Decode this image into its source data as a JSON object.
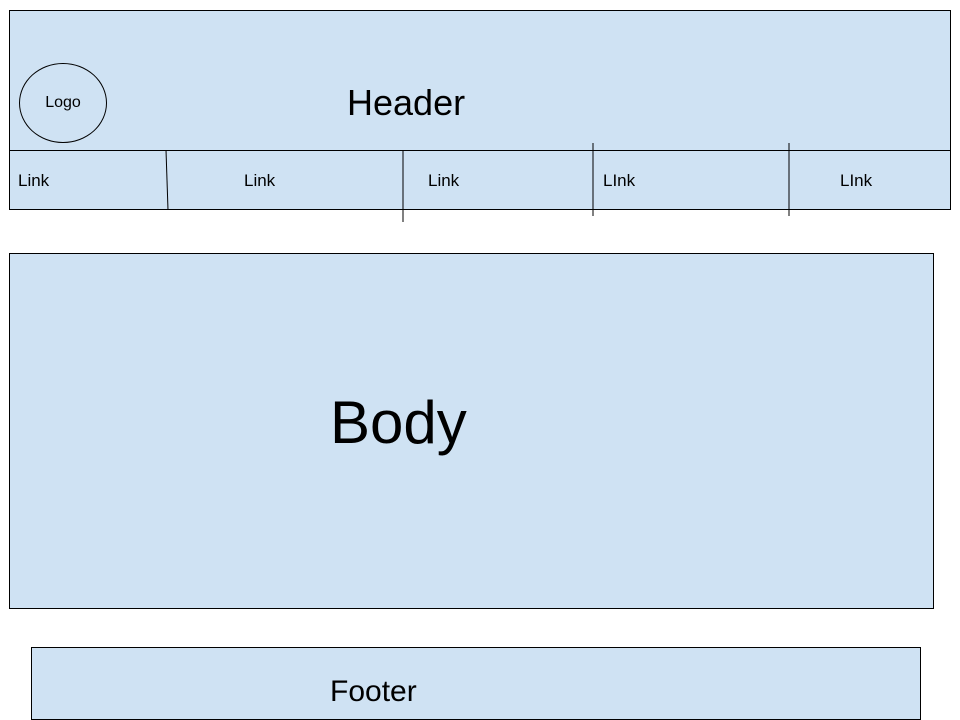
{
  "header": {
    "title": "Header",
    "logo_label": "Logo"
  },
  "nav": {
    "links": [
      {
        "label": "Link"
      },
      {
        "label": "Link"
      },
      {
        "label": "Link"
      },
      {
        "label": "LInk"
      },
      {
        "label": "LInk"
      }
    ]
  },
  "body": {
    "title": "Body"
  },
  "footer": {
    "title": "Footer"
  },
  "colors": {
    "box_fill": "#cfe2f3",
    "stroke": "#000000"
  }
}
